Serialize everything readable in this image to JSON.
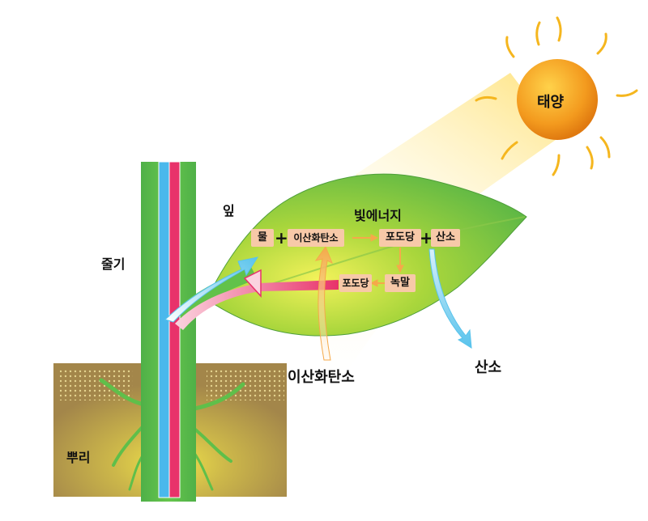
{
  "labels": {
    "sun": "태양",
    "leaf": "잎",
    "light_energy": "빛에너지",
    "stem": "줄기",
    "root": "뿌리",
    "co2_input": "이산화탄소",
    "oxygen_output": "산소"
  },
  "equation": {
    "water": "물",
    "co2": "이산화탄소",
    "glucose": "포도당",
    "oxygen": "산소",
    "plus": "+"
  },
  "transport": {
    "glucose": "포도당",
    "starch": "녹말"
  },
  "colors": {
    "sun": "#f39a1e",
    "leaf": "#7cc242",
    "stem": "#5fbf4a",
    "soil": "#a3864a",
    "xylem": "#4ab8ec",
    "phloem": "#e8326a",
    "box": "#f7c9a8",
    "co2_arrow": "#f5a94a",
    "oxygen_arrow": "#59c3ec"
  }
}
